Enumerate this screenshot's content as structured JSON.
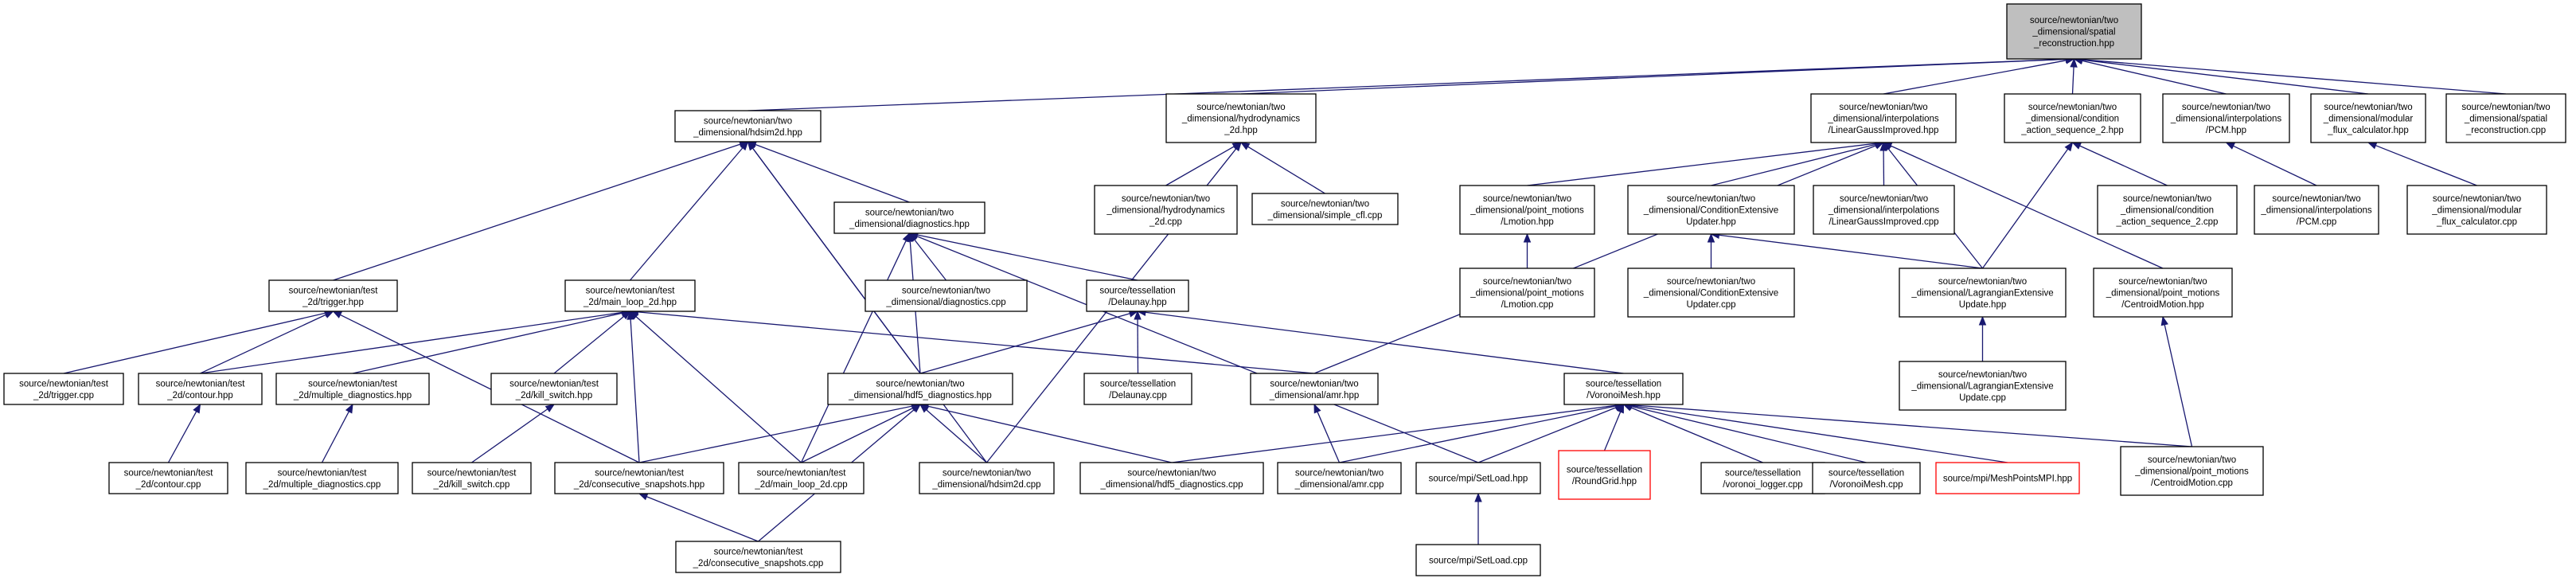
{
  "diagram": {
    "root": "n0",
    "nodes": [
      {
        "id": "n0",
        "lines": [
          "source/newtonian/two",
          "_dimensional/spatial",
          "_reconstruction.hpp"
        ],
        "style": "root"
      },
      {
        "id": "n1",
        "lines": [
          "source/newtonian/two",
          "_dimensional/hdsim2d.hpp"
        ]
      },
      {
        "id": "n2",
        "lines": [
          "source/newtonian/two",
          "_dimensional/hydrodynamics",
          "_2d.hpp"
        ]
      },
      {
        "id": "n3",
        "lines": [
          "source/newtonian/two",
          "_dimensional/interpolations",
          "/LinearGaussImproved.hpp"
        ]
      },
      {
        "id": "n4",
        "lines": [
          "source/newtonian/two",
          "_dimensional/condition",
          "_action_sequence_2.hpp"
        ]
      },
      {
        "id": "n5",
        "lines": [
          "source/newtonian/two",
          "_dimensional/interpolations",
          "/PCM.hpp"
        ]
      },
      {
        "id": "n6",
        "lines": [
          "source/newtonian/two",
          "_dimensional/modular",
          "_flux_calculator.hpp"
        ]
      },
      {
        "id": "n7",
        "lines": [
          "source/newtonian/two",
          "_dimensional/spatial",
          "_reconstruction.cpp"
        ]
      },
      {
        "id": "n8",
        "lines": [
          "source/newtonian/two",
          "_dimensional/diagnostics.hpp"
        ]
      },
      {
        "id": "n9",
        "lines": [
          "source/newtonian/two",
          "_dimensional/hydrodynamics",
          "_2d.cpp"
        ]
      },
      {
        "id": "n10",
        "lines": [
          "source/newtonian/two",
          "_dimensional/simple_cfl.cpp"
        ]
      },
      {
        "id": "n11",
        "lines": [
          "source/newtonian/two",
          "_dimensional/point_motions",
          "/Lmotion.hpp"
        ]
      },
      {
        "id": "n12",
        "lines": [
          "source/newtonian/two",
          "_dimensional/ConditionExtensive",
          "Updater.hpp"
        ]
      },
      {
        "id": "n13",
        "lines": [
          "source/newtonian/two",
          "_dimensional/interpolations",
          "/LinearGaussImproved.cpp"
        ]
      },
      {
        "id": "n14",
        "lines": [
          "source/newtonian/two",
          "_dimensional/condition",
          "_action_sequence_2.cpp"
        ]
      },
      {
        "id": "n15",
        "lines": [
          "source/newtonian/two",
          "_dimensional/interpolations",
          "/PCM.cpp"
        ]
      },
      {
        "id": "n16",
        "lines": [
          "source/newtonian/two",
          "_dimensional/modular",
          "_flux_calculator.cpp"
        ]
      },
      {
        "id": "n17",
        "lines": [
          "source/newtonian/test",
          "_2d/trigger.hpp"
        ]
      },
      {
        "id": "n18",
        "lines": [
          "source/newtonian/test",
          "_2d/main_loop_2d.hpp"
        ]
      },
      {
        "id": "n19",
        "lines": [
          "source/newtonian/two",
          "_dimensional/diagnostics.cpp"
        ]
      },
      {
        "id": "n20",
        "lines": [
          "source/tessellation",
          "/Delaunay.hpp"
        ]
      },
      {
        "id": "n21",
        "lines": [
          "source/newtonian/two",
          "_dimensional/point_motions",
          "/Lmotion.cpp"
        ]
      },
      {
        "id": "n22",
        "lines": [
          "source/newtonian/two",
          "_dimensional/ConditionExtensive",
          "Updater.cpp"
        ]
      },
      {
        "id": "n23",
        "lines": [
          "source/newtonian/two",
          "_dimensional/LagrangianExtensive",
          "Update.hpp"
        ]
      },
      {
        "id": "n24",
        "lines": [
          "source/newtonian/two",
          "_dimensional/point_motions",
          "/CentroidMotion.hpp"
        ]
      },
      {
        "id": "n25",
        "lines": [
          "source/newtonian/test",
          "_2d/trigger.cpp"
        ]
      },
      {
        "id": "n26",
        "lines": [
          "source/newtonian/test",
          "_2d/contour.hpp"
        ]
      },
      {
        "id": "n27",
        "lines": [
          "source/newtonian/test",
          "_2d/multiple_diagnostics.hpp"
        ]
      },
      {
        "id": "n28",
        "lines": [
          "source/newtonian/test",
          "_2d/kill_switch.hpp"
        ]
      },
      {
        "id": "n29",
        "lines": [
          "source/newtonian/two",
          "_dimensional/hdf5_diagnostics.hpp"
        ]
      },
      {
        "id": "n30",
        "lines": [
          "source/tessellation",
          "/Delaunay.cpp"
        ]
      },
      {
        "id": "n31",
        "lines": [
          "source/newtonian/two",
          "_dimensional/amr.hpp"
        ]
      },
      {
        "id": "n32",
        "lines": [
          "source/tessellation",
          "/VoronoiMesh.hpp"
        ]
      },
      {
        "id": "n33",
        "lines": [
          "source/newtonian/two",
          "_dimensional/LagrangianExtensive",
          "Update.cpp"
        ]
      },
      {
        "id": "n34",
        "lines": [
          "source/newtonian/test",
          "_2d/contour.cpp"
        ]
      },
      {
        "id": "n35",
        "lines": [
          "source/newtonian/test",
          "_2d/multiple_diagnostics.cpp"
        ]
      },
      {
        "id": "n36",
        "lines": [
          "source/newtonian/test",
          "_2d/kill_switch.cpp"
        ]
      },
      {
        "id": "n37",
        "lines": [
          "source/newtonian/test",
          "_2d/consecutive_snapshots.hpp"
        ]
      },
      {
        "id": "n38",
        "lines": [
          "source/newtonian/test",
          "_2d/main_loop_2d.cpp"
        ]
      },
      {
        "id": "n39",
        "lines": [
          "source/newtonian/two",
          "_dimensional/hdsim2d.cpp"
        ]
      },
      {
        "id": "n40",
        "lines": [
          "source/newtonian/two",
          "_dimensional/hdf5_diagnostics.cpp"
        ]
      },
      {
        "id": "n41",
        "lines": [
          "source/newtonian/two",
          "_dimensional/amr.cpp"
        ]
      },
      {
        "id": "n42",
        "lines": [
          "source/mpi/SetLoad.hpp"
        ]
      },
      {
        "id": "n43",
        "lines": [
          "source/tessellation",
          "/RoundGrid.hpp"
        ],
        "style": "missing"
      },
      {
        "id": "n44",
        "lines": [
          "source/tessellation",
          "/voronoi_logger.cpp"
        ]
      },
      {
        "id": "n45",
        "lines": [
          "source/tessellation",
          "/VoronoiMesh.cpp"
        ]
      },
      {
        "id": "n46",
        "lines": [
          "source/mpi/MeshPointsMPI.hpp"
        ],
        "style": "missing"
      },
      {
        "id": "n47",
        "lines": [
          "source/newtonian/two",
          "_dimensional/point_motions",
          "/CentroidMotion.cpp"
        ]
      },
      {
        "id": "n48",
        "lines": [
          "source/newtonian/test",
          "_2d/consecutive_snapshots.cpp"
        ]
      },
      {
        "id": "n49",
        "lines": [
          "source/mpi/SetLoad.cpp"
        ]
      }
    ],
    "edges": [
      [
        "n1",
        "n0"
      ],
      [
        "n2",
        "n0"
      ],
      [
        "n3",
        "n0"
      ],
      [
        "n4",
        "n0"
      ],
      [
        "n5",
        "n0"
      ],
      [
        "n6",
        "n0"
      ],
      [
        "n7",
        "n0"
      ],
      [
        "n17",
        "n1"
      ],
      [
        "n18",
        "n1"
      ],
      [
        "n8",
        "n1"
      ],
      [
        "n29",
        "n1"
      ],
      [
        "n39",
        "n1"
      ],
      [
        "n9",
        "n2"
      ],
      [
        "n10",
        "n2"
      ],
      [
        "n39",
        "n2"
      ],
      [
        "n11",
        "n3"
      ],
      [
        "n12",
        "n3"
      ],
      [
        "n13",
        "n3"
      ],
      [
        "n23",
        "n3"
      ],
      [
        "n24",
        "n3"
      ],
      [
        "n31",
        "n3"
      ],
      [
        "n14",
        "n4"
      ],
      [
        "n23",
        "n4"
      ],
      [
        "n15",
        "n5"
      ],
      [
        "n16",
        "n6"
      ],
      [
        "n19",
        "n8"
      ],
      [
        "n20",
        "n8"
      ],
      [
        "n29",
        "n8"
      ],
      [
        "n42",
        "n8"
      ],
      [
        "n38",
        "n8"
      ],
      [
        "n21",
        "n11"
      ],
      [
        "n22",
        "n12"
      ],
      [
        "n23",
        "n12"
      ],
      [
        "n33",
        "n23"
      ],
      [
        "n47",
        "n24"
      ],
      [
        "n25",
        "n17"
      ],
      [
        "n26",
        "n17"
      ],
      [
        "n37",
        "n17"
      ],
      [
        "n26",
        "n18"
      ],
      [
        "n27",
        "n18"
      ],
      [
        "n28",
        "n18"
      ],
      [
        "n37",
        "n18"
      ],
      [
        "n38",
        "n18"
      ],
      [
        "n31",
        "n18"
      ],
      [
        "n30",
        "n20"
      ],
      [
        "n29",
        "n20"
      ],
      [
        "n32",
        "n20"
      ],
      [
        "n34",
        "n26"
      ],
      [
        "n35",
        "n27"
      ],
      [
        "n36",
        "n28"
      ],
      [
        "n37",
        "n29"
      ],
      [
        "n38",
        "n29"
      ],
      [
        "n39",
        "n29"
      ],
      [
        "n40",
        "n29"
      ],
      [
        "n48",
        "n29"
      ],
      [
        "n41",
        "n31"
      ],
      [
        "n40",
        "n32"
      ],
      [
        "n41",
        "n32"
      ],
      [
        "n42",
        "n32"
      ],
      [
        "n43",
        "n32"
      ],
      [
        "n44",
        "n32"
      ],
      [
        "n45",
        "n32"
      ],
      [
        "n46",
        "n32"
      ],
      [
        "n47",
        "n32"
      ],
      [
        "n48",
        "n37"
      ],
      [
        "n49",
        "n42"
      ]
    ]
  },
  "colors": {
    "edge": "#191970",
    "root_fill": "#bfbfbf",
    "node_border": "#000000",
    "missing_border": "#ff0000"
  }
}
